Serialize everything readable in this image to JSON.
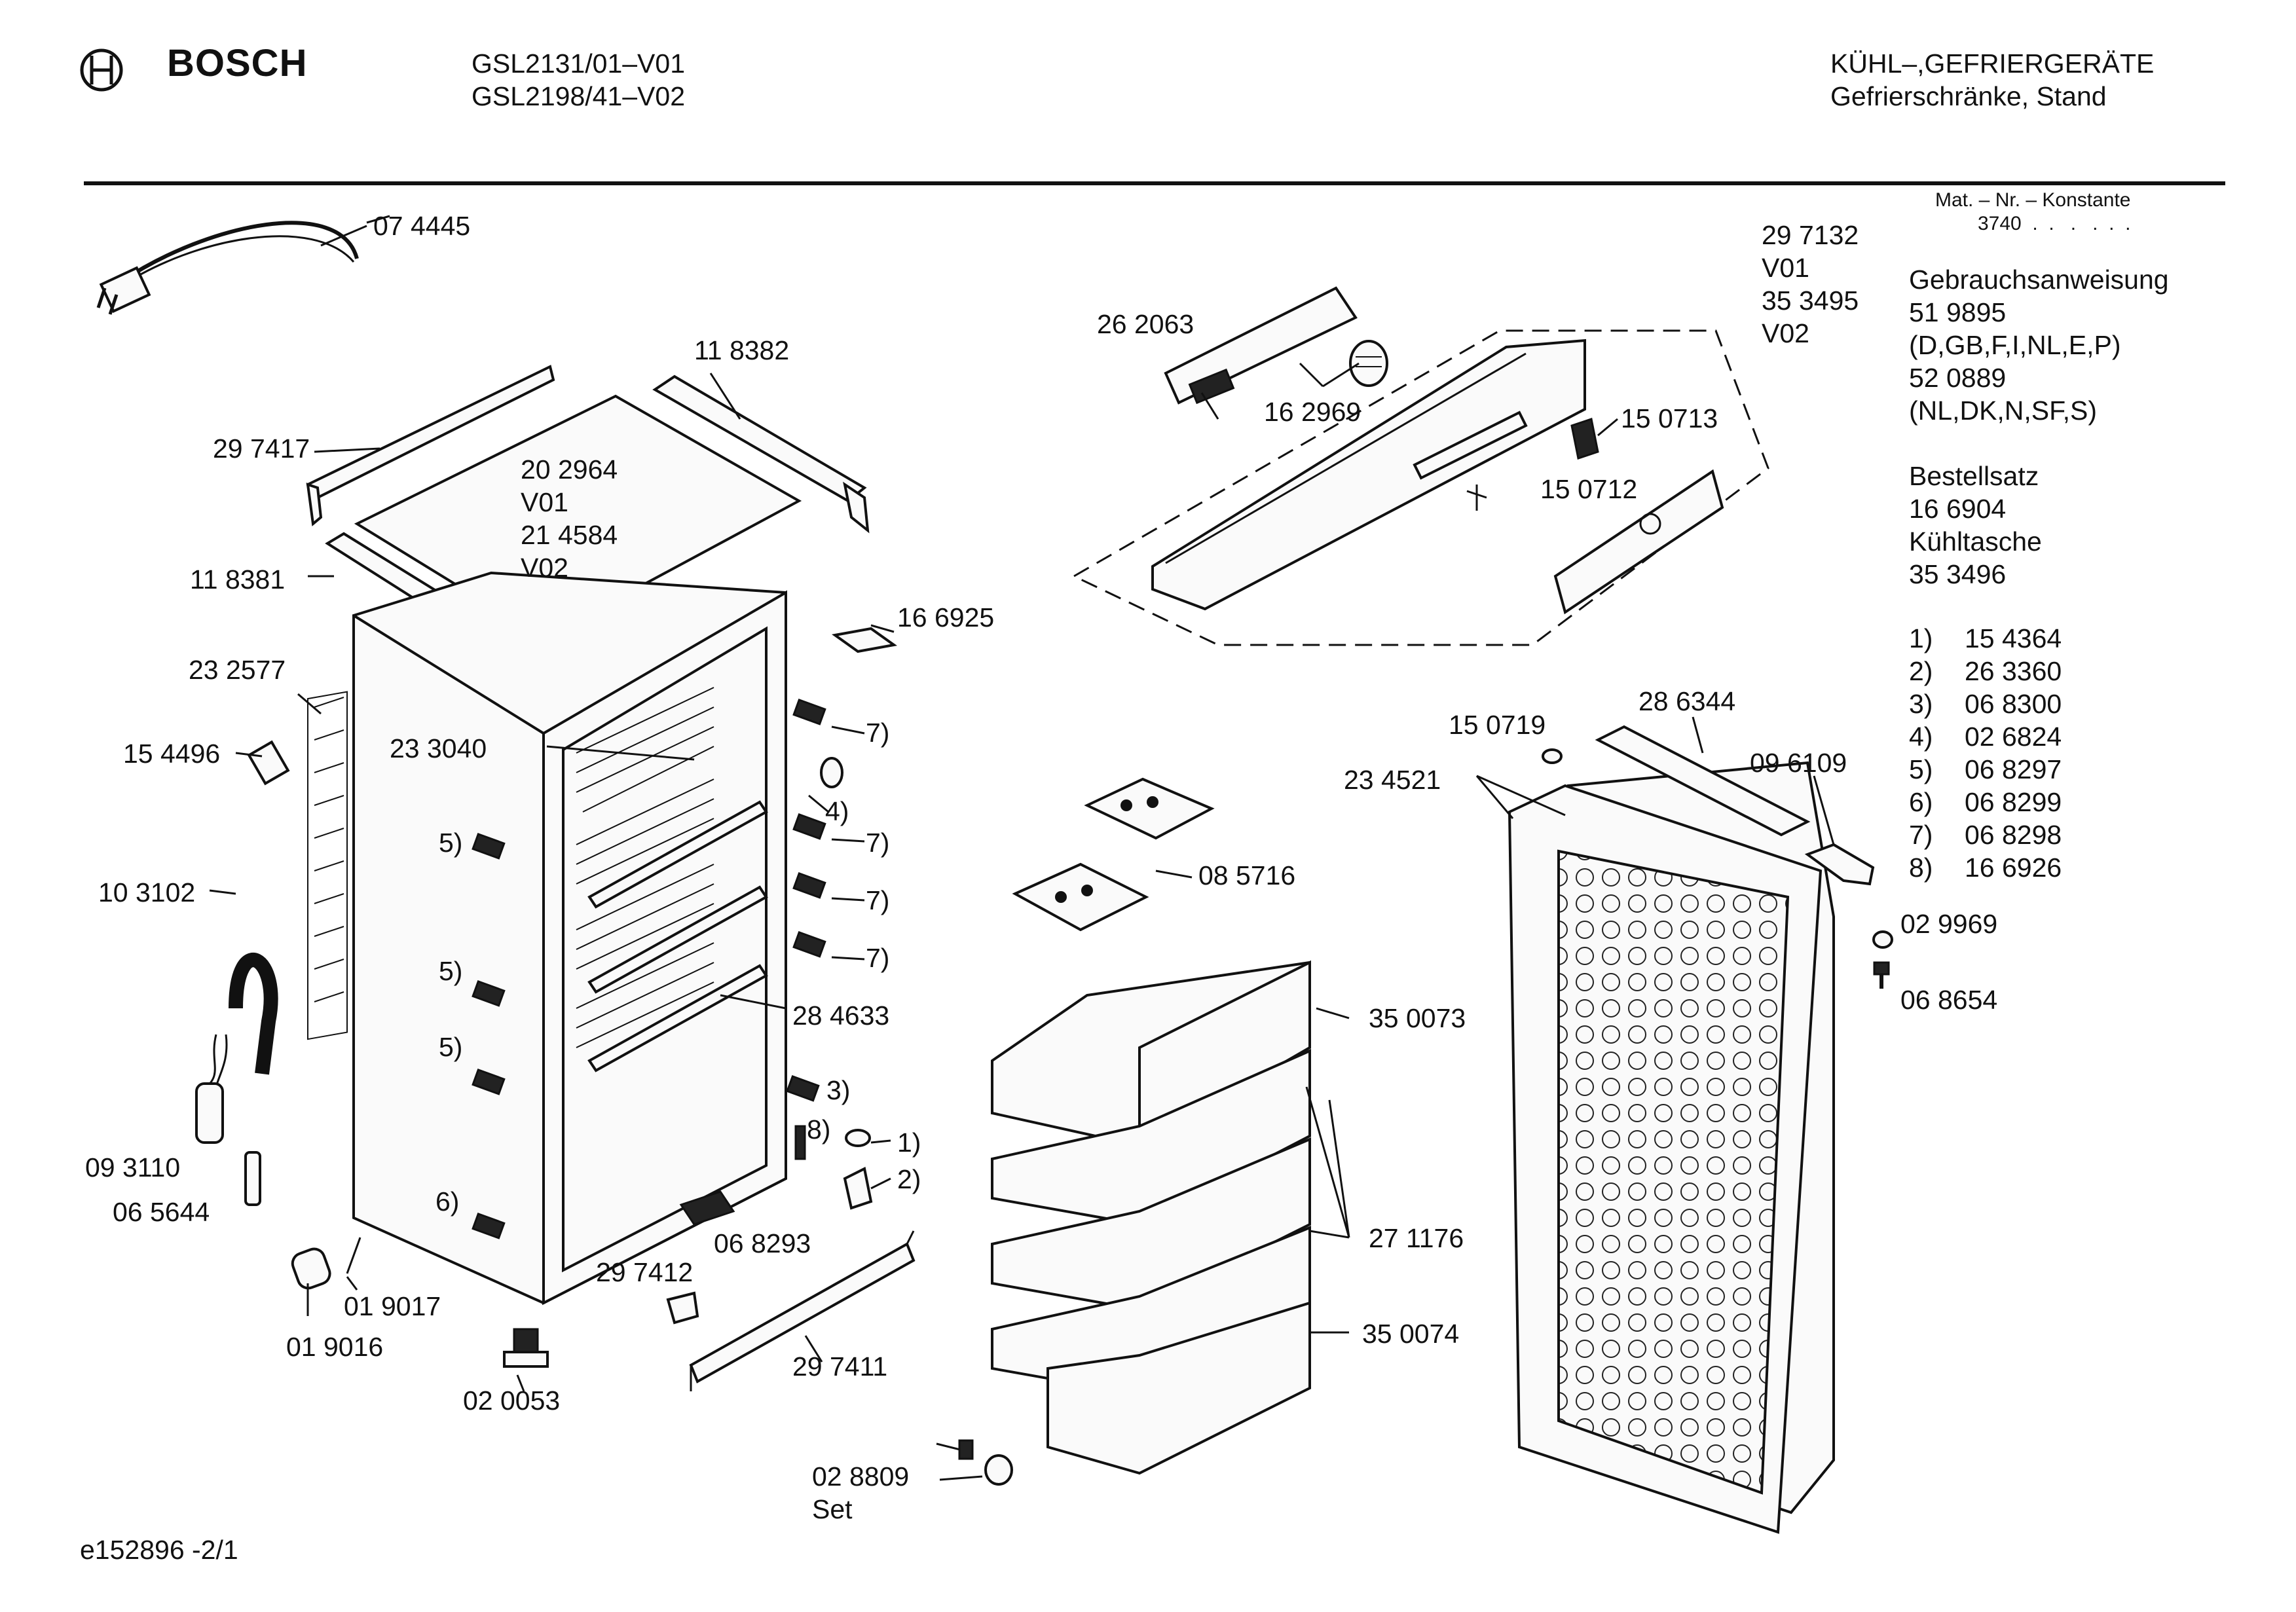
{
  "header": {
    "brand": "BOSCH",
    "models": [
      "GSL2131/01–V01",
      "GSL2198/41–V02"
    ],
    "category": "KÜHL–,GEFRIERGERÄTE",
    "subcategory": "Gefrierschränke, Stand"
  },
  "material_note": {
    "label": "Mat. – Nr. – Konstante",
    "value": "3740  .  .   .   .  .  ."
  },
  "sidebar": {
    "lines": [
      "29 7132",
      "V01",
      "35 3495",
      "V02",
      "",
      "Gebrauchsanweisung",
      "51 9895",
      "(D,GB,F,I,NL,E,P)",
      "52 0889",
      "(NL,DK,N,SF,S)",
      "",
      "Bestellsatz",
      "16 6904",
      "Kühltasche",
      "35 3496"
    ],
    "footnotes": [
      {
        "n": "1)",
        "part": "15 4364"
      },
      {
        "n": "2)",
        "part": "26 3360"
      },
      {
        "n": "3)",
        "part": "06 8300"
      },
      {
        "n": "4)",
        "part": "02 6824"
      },
      {
        "n": "5)",
        "part": "06 8297"
      },
      {
        "n": "6)",
        "part": "06 8299"
      },
      {
        "n": "7)",
        "part": "06 8298"
      },
      {
        "n": "8)",
        "part": "16 6926"
      }
    ]
  },
  "labels": [
    {
      "id": "lbl-074445",
      "text": "07 4445"
    },
    {
      "id": "lbl-118382",
      "text": "11 8382"
    },
    {
      "id": "lbl-297417",
      "text": "29 7417"
    },
    {
      "id": "lbl-202964",
      "text": "20 2964\nV01\n21 4584\nV02"
    },
    {
      "id": "lbl-118381",
      "text": "11 8381"
    },
    {
      "id": "lbl-166925",
      "text": "16 6925"
    },
    {
      "id": "lbl-232577",
      "text": "23 2577"
    },
    {
      "id": "lbl-154496",
      "text": "15 4496"
    },
    {
      "id": "lbl-233040",
      "text": "23 3040"
    },
    {
      "id": "lbl-7a",
      "text": "7)"
    },
    {
      "id": "lbl-4",
      "text": "4)"
    },
    {
      "id": "lbl-5a",
      "text": "5)"
    },
    {
      "id": "lbl-7b",
      "text": "7)"
    },
    {
      "id": "lbl-103102",
      "text": "10 3102"
    },
    {
      "id": "lbl-7c",
      "text": "7)"
    },
    {
      "id": "lbl-7d",
      "text": "7)"
    },
    {
      "id": "lbl-5b",
      "text": "5)"
    },
    {
      "id": "lbl-284633",
      "text": "28 4633"
    },
    {
      "id": "lbl-5c",
      "text": "5)"
    },
    {
      "id": "lbl-3",
      "text": "3)"
    },
    {
      "id": "lbl-8",
      "text": "8)"
    },
    {
      "id": "lbl-1",
      "text": "1)"
    },
    {
      "id": "lbl-2",
      "text": "2)"
    },
    {
      "id": "lbl-093110",
      "text": "09 3110"
    },
    {
      "id": "lbl-065644",
      "text": "06 5644"
    },
    {
      "id": "lbl-6",
      "text": "6)"
    },
    {
      "id": "lbl-068293",
      "text": "06 8293"
    },
    {
      "id": "lbl-297412",
      "text": "29 7412"
    },
    {
      "id": "lbl-019017",
      "text": "01 9017"
    },
    {
      "id": "lbl-019016",
      "text": "01 9016"
    },
    {
      "id": "lbl-297411",
      "text": "29 7411"
    },
    {
      "id": "lbl-020053",
      "text": "02 0053"
    },
    {
      "id": "lbl-028809",
      "text": "02 8809\nSet"
    },
    {
      "id": "lbl-262063",
      "text": "26 2063"
    },
    {
      "id": "lbl-162969",
      "text": "16 2969"
    },
    {
      "id": "lbl-150713",
      "text": "15 0713"
    },
    {
      "id": "lbl-150712",
      "text": "15 0712"
    },
    {
      "id": "lbl-085716",
      "text": "08 5716"
    },
    {
      "id": "lbl-350073",
      "text": "35 0073"
    },
    {
      "id": "lbl-271176",
      "text": "27 1176"
    },
    {
      "id": "lbl-350074",
      "text": "35 0074"
    },
    {
      "id": "lbl-150719",
      "text": "15 0719"
    },
    {
      "id": "lbl-286344",
      "text": "28 6344"
    },
    {
      "id": "lbl-096109",
      "text": "09 6109"
    },
    {
      "id": "lbl-234521",
      "text": "23 4521"
    },
    {
      "id": "lbl-029969",
      "text": "02 9969"
    },
    {
      "id": "lbl-068654",
      "text": "06 8654"
    }
  ],
  "footer": {
    "doc_id": "e152896 -2/1"
  }
}
